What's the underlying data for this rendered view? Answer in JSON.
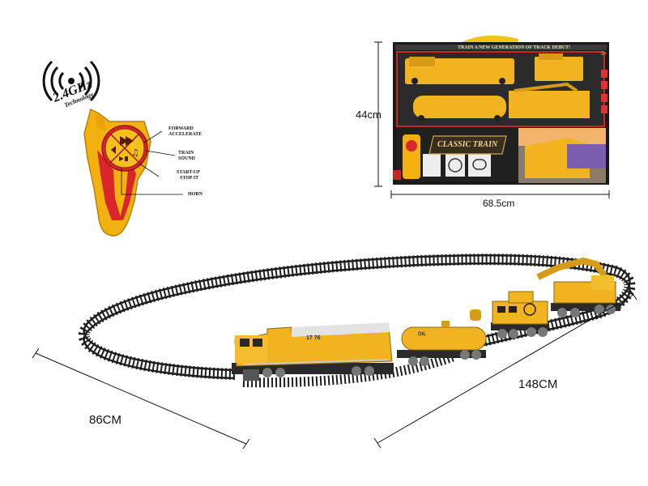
{
  "remote": {
    "wireless_band": "2.4GHz",
    "wireless_sub": "Technology",
    "labels": {
      "forward_1": "FORWARD",
      "forward_2": "ACCELERATE",
      "train_1": "TRAIN",
      "train_2": "SOUND",
      "start_1": "START-UP",
      "start_2": "STOP IT",
      "horn": "HORN"
    }
  },
  "box": {
    "banner": "TRAIN A NEW GENERATION OF TRACK DEBUT!",
    "logo": "CLASSIC TRAIN",
    "age": "3+",
    "height_label": "44cm",
    "width_label": "68.5cm"
  },
  "layout": {
    "track_length_label": "148CM",
    "track_width_label": "86CM"
  },
  "train": {
    "engine_number": "17 76",
    "tanker_label": "OIL"
  },
  "colors": {
    "engine_yellow": "#f2b321",
    "remote_yellow": "#f3b10f",
    "remote_red": "#d8262a",
    "track": "#1e1e1e",
    "box_dark": "#1a1a1a"
  }
}
